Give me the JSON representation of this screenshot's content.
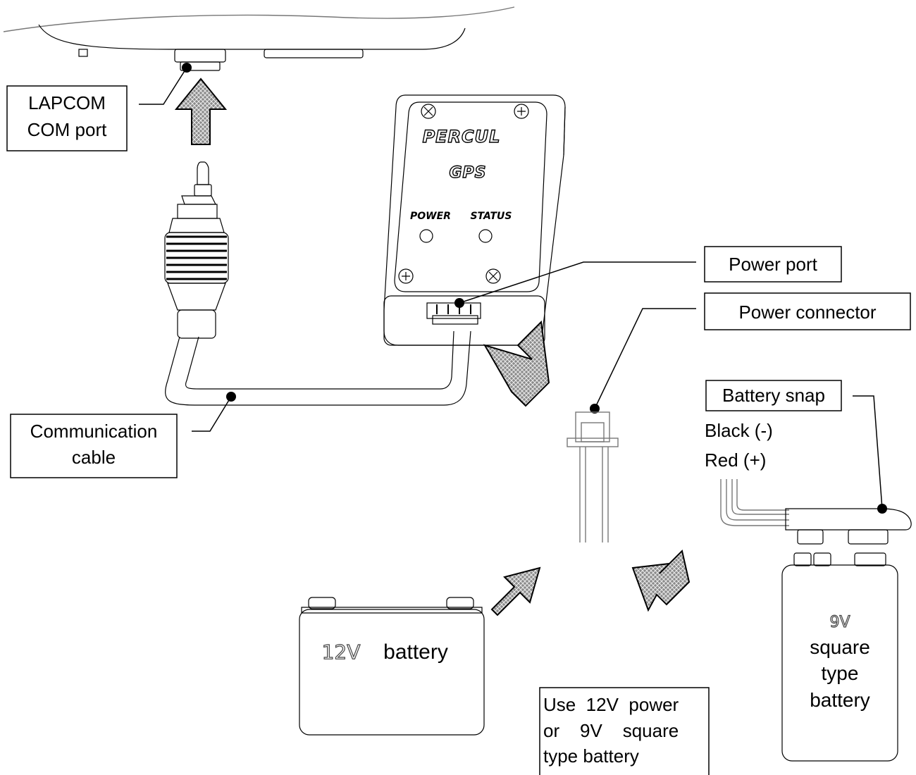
{
  "labels": {
    "lapcom_line1": "LAPCOM",
    "lapcom_line2": "COM port",
    "comm_line1": "Communication",
    "comm_line2": "cable",
    "power_port": "Power port",
    "power_connector": "Power connector",
    "battery_snap": "Battery snap",
    "black_wire": "Black (-)",
    "red_wire": "Red (+)",
    "note_line1": "Use  12V  power",
    "note_line2": "or    9V    square",
    "note_line3": "type battery"
  },
  "device": {
    "brand": "PERCUL",
    "model": "GPS",
    "led_power": "POWER",
    "led_status": "STATUS"
  },
  "battery_12v": {
    "voltage": "12V",
    "text": "battery"
  },
  "battery_9v": {
    "voltage": "9V",
    "line1": "square",
    "line2": "type",
    "line3": "battery"
  }
}
